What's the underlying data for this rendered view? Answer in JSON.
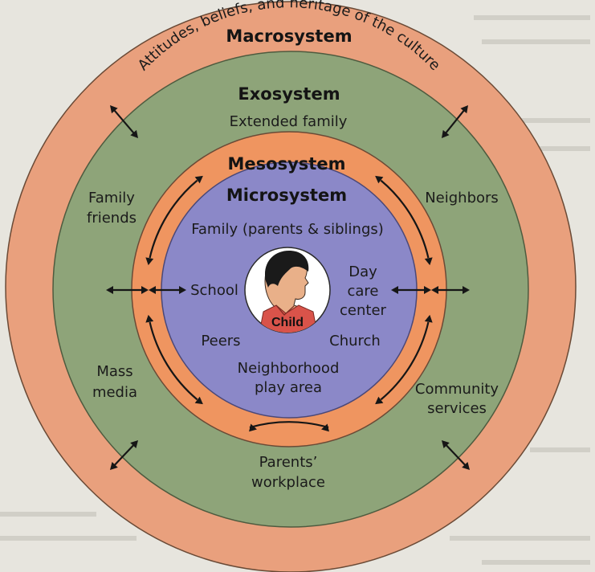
{
  "colors": {
    "page": "#e7e5de",
    "macrosystem": "#e9a07d",
    "exosystem": "#8ea479",
    "mesosystem": "#ef9560",
    "microsystem": "#8b88c8",
    "child_circle": "#ffffff",
    "ring_border": "#5b4030"
  },
  "icons": {
    "child": "child-head-icon",
    "arrow": "double-headed-arrow-icon"
  },
  "macrosystem": {
    "title": "Macrosystem",
    "curved_caption": "Attitudes, beliefs, and heritage of the culture"
  },
  "exosystem": {
    "title": "Exosystem",
    "extended_family": "Extended family",
    "family_friends_line1": "Family",
    "family_friends_line2": "friends",
    "neighbors": "Neighbors",
    "mass_media_line1": "Mass",
    "mass_media_line2": "media",
    "community_services_line1": "Community",
    "community_services_line2": "services",
    "parents_workplace_line1": "Parents’",
    "parents_workplace_line2": "workplace"
  },
  "mesosystem": {
    "title": "Mesosystem"
  },
  "microsystem": {
    "title": "Microsystem",
    "family": "Family (parents & siblings)",
    "school": "School",
    "day_care_line1": "Day",
    "day_care_line2": "care",
    "day_care_line3": "center",
    "peers": "Peers",
    "church": "Church",
    "neighborhood_line1": "Neighborhood",
    "neighborhood_line2": "play area"
  },
  "center": {
    "label": "Child"
  }
}
